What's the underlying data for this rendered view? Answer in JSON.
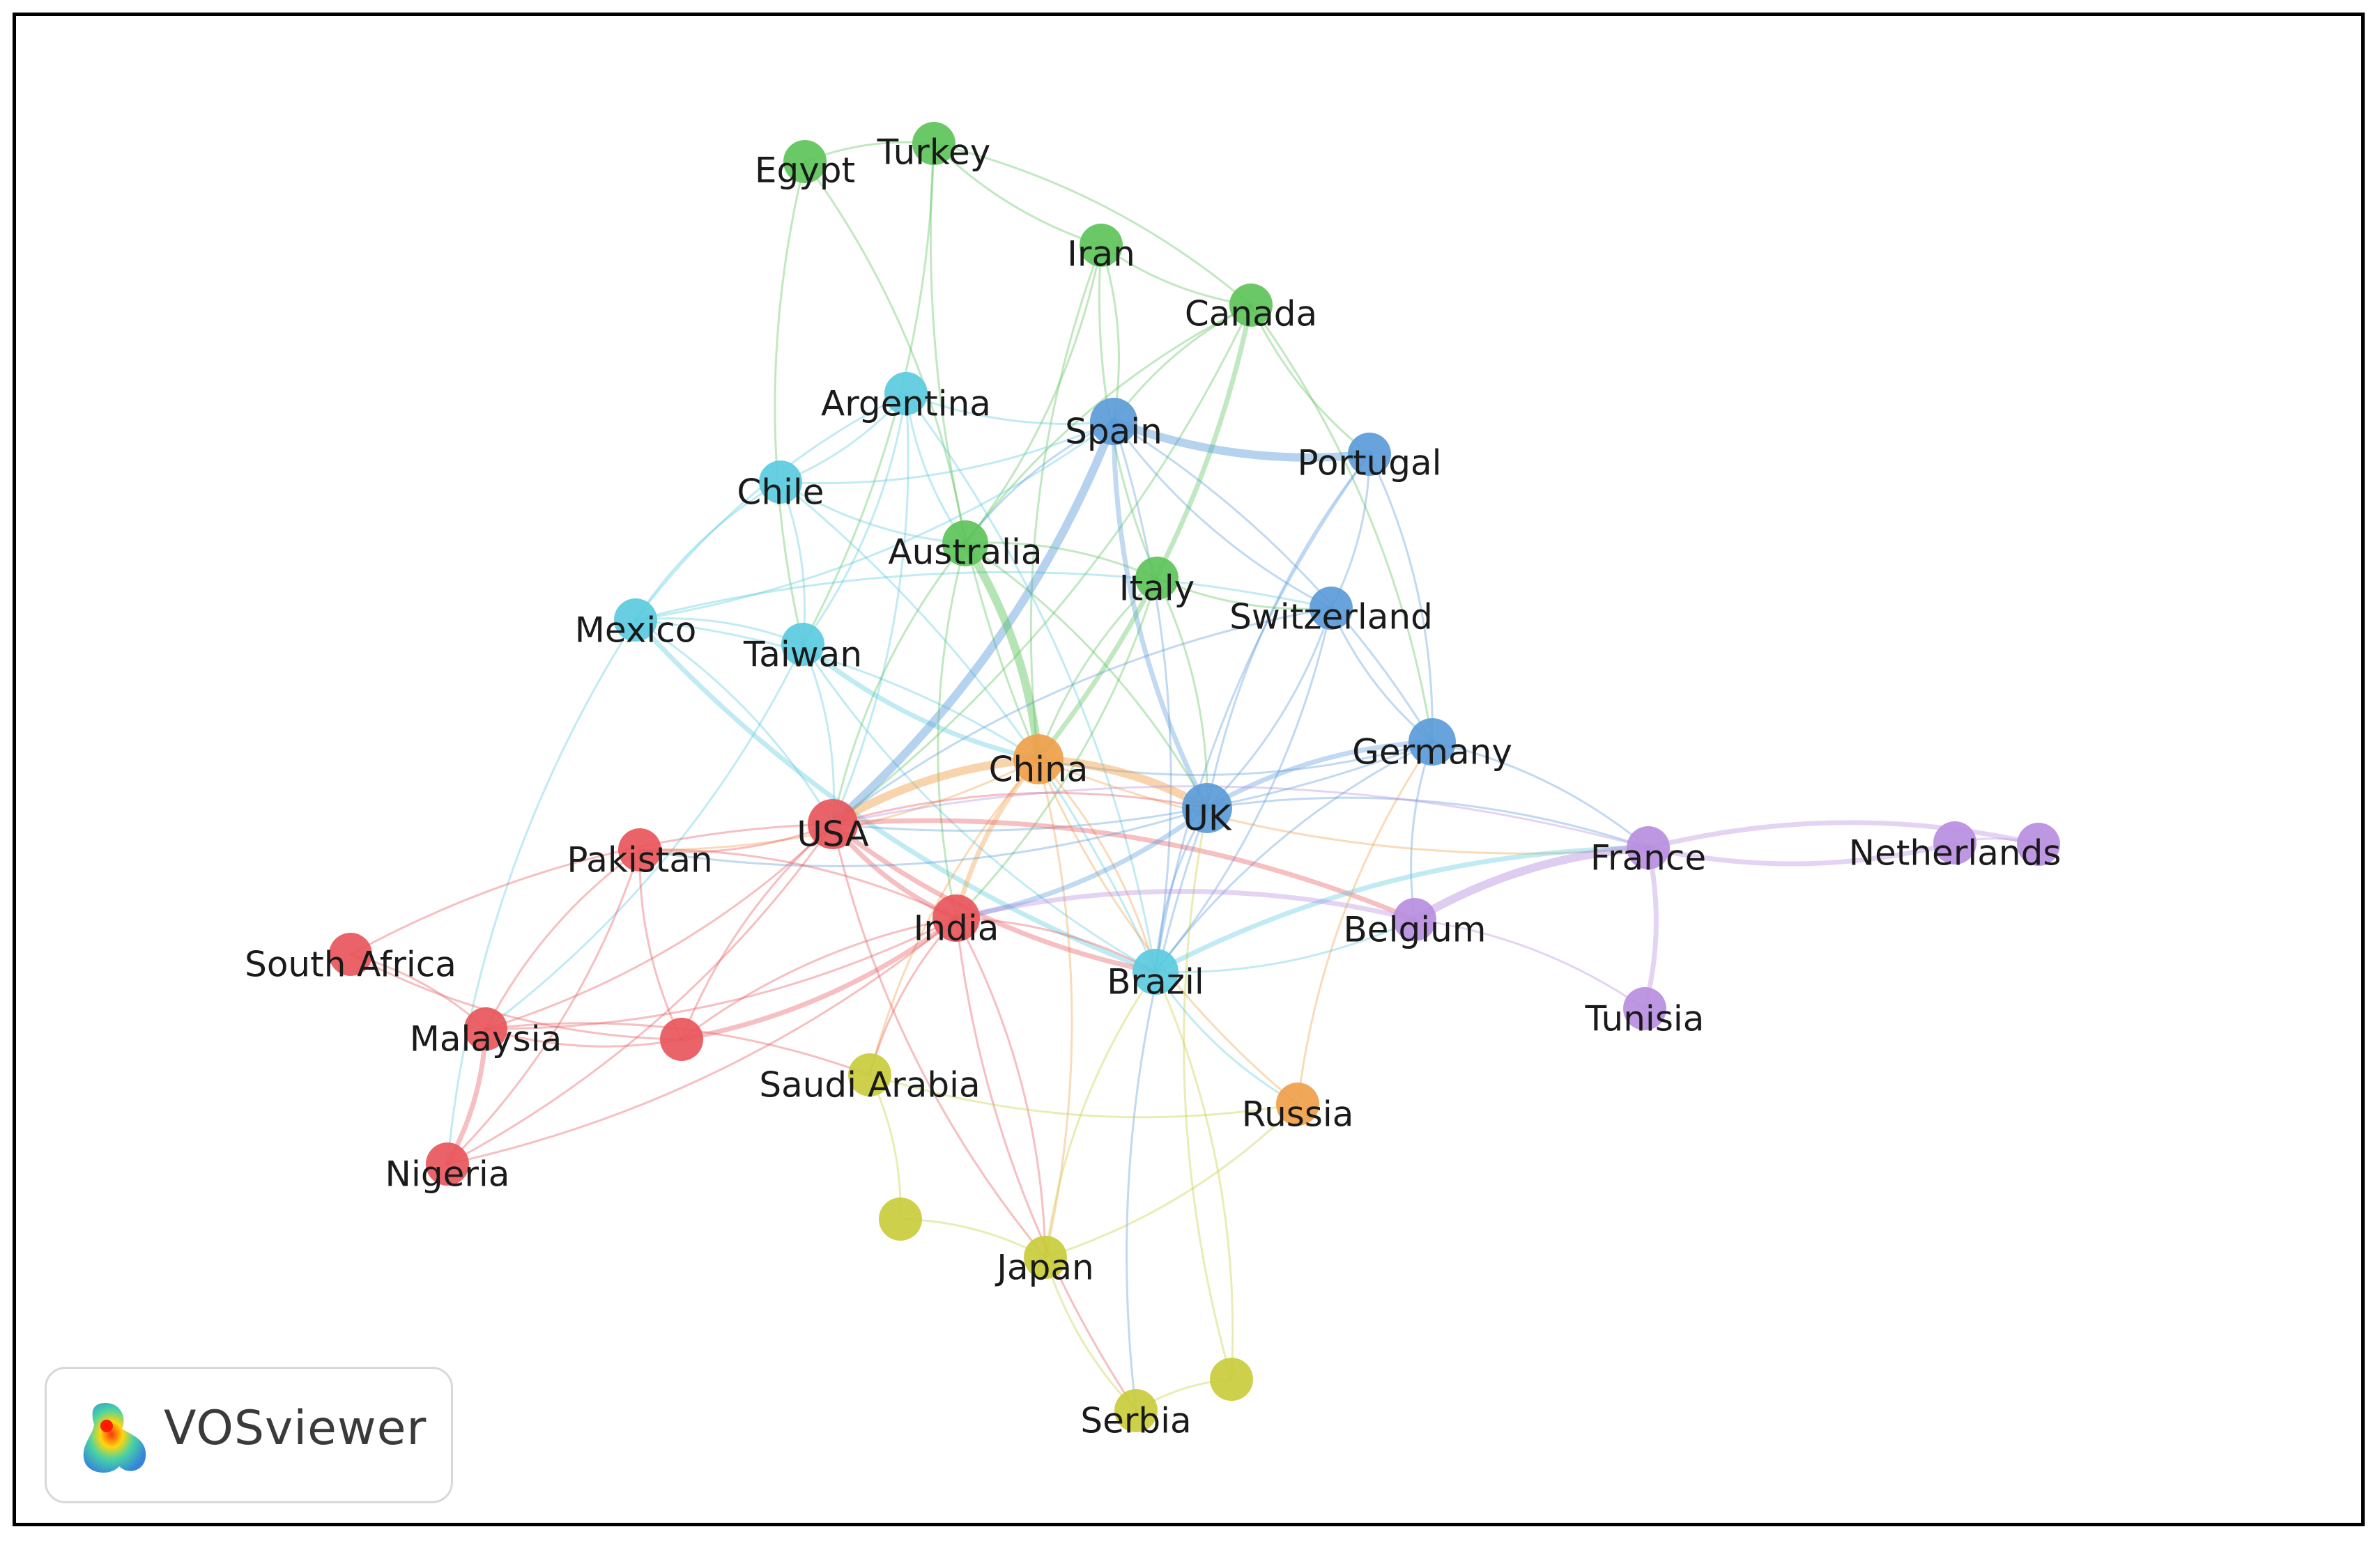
{
  "app": {
    "name": "VOSviewer"
  },
  "clusters": {
    "red": "#e8565b",
    "green": "#5dc35a",
    "blue": "#5b9bd9",
    "cyan": "#5bcbe0",
    "yellow": "#c9cc3c",
    "orange": "#f0a04a",
    "purple": "#b98ee0"
  },
  "nodes": [
    {
      "id": "egypt",
      "label": "Egypt",
      "cluster": "green"
    },
    {
      "id": "turkey",
      "label": "Turkey",
      "cluster": "green"
    },
    {
      "id": "iran",
      "label": "Iran",
      "cluster": "green"
    },
    {
      "id": "canada",
      "label": "Canada",
      "cluster": "green"
    },
    {
      "id": "australia",
      "label": "Australia",
      "cluster": "green"
    },
    {
      "id": "italy",
      "label": "Italy",
      "cluster": "green"
    },
    {
      "id": "argentina",
      "label": "Argentina",
      "cluster": "cyan"
    },
    {
      "id": "chile",
      "label": "Chile",
      "cluster": "cyan"
    },
    {
      "id": "mexico",
      "label": "Mexico",
      "cluster": "cyan"
    },
    {
      "id": "taiwan",
      "label": "Taiwan",
      "cluster": "cyan"
    },
    {
      "id": "brazil",
      "label": "Brazil",
      "cluster": "cyan"
    },
    {
      "id": "spain",
      "label": "Spain",
      "cluster": "blue"
    },
    {
      "id": "portugal",
      "label": "Portugal",
      "cluster": "blue"
    },
    {
      "id": "switzerland",
      "label": "Switzerland",
      "cluster": "blue"
    },
    {
      "id": "germany",
      "label": "Germany",
      "cluster": "blue"
    },
    {
      "id": "uk",
      "label": "UK",
      "cluster": "blue"
    },
    {
      "id": "china",
      "label": "China",
      "cluster": "orange"
    },
    {
      "id": "russia",
      "label": "Russia",
      "cluster": "orange"
    },
    {
      "id": "usa",
      "label": "USA",
      "cluster": "red"
    },
    {
      "id": "pakistan",
      "label": "Pakistan",
      "cluster": "red"
    },
    {
      "id": "india",
      "label": "India",
      "cluster": "red"
    },
    {
      "id": "southafrica",
      "label": "South Africa",
      "cluster": "red"
    },
    {
      "id": "malaysia",
      "label": "Malaysia",
      "cluster": "red"
    },
    {
      "id": "nigeria",
      "label": "Nigeria",
      "cluster": "red"
    },
    {
      "id": "red_unlabeled",
      "label": "",
      "cluster": "red"
    },
    {
      "id": "saudiarabia",
      "label": "Saudi Arabia",
      "cluster": "yellow"
    },
    {
      "id": "japan",
      "label": "Japan",
      "cluster": "yellow"
    },
    {
      "id": "serbia",
      "label": "Serbia",
      "cluster": "yellow"
    },
    {
      "id": "yellow_unlabeled_1",
      "label": "",
      "cluster": "yellow"
    },
    {
      "id": "yellow_unlabeled_2",
      "label": "",
      "cluster": "yellow"
    },
    {
      "id": "france",
      "label": "France",
      "cluster": "purple"
    },
    {
      "id": "belgium",
      "label": "Belgium",
      "cluster": "purple"
    },
    {
      "id": "tunisia",
      "label": "Tunisia",
      "cluster": "purple"
    },
    {
      "id": "netherlands",
      "label": "Netherlands",
      "cluster": "purple"
    },
    {
      "id": "purple_unlabeled",
      "label": "",
      "cluster": "purple"
    }
  ],
  "links": [
    [
      "egypt",
      "turkey",
      1
    ],
    [
      "egypt",
      "taiwan",
      1
    ],
    [
      "egypt",
      "australia",
      1
    ],
    [
      "turkey",
      "iran",
      1
    ],
    [
      "turkey",
      "taiwan",
      1
    ],
    [
      "turkey",
      "china",
      1
    ],
    [
      "turkey",
      "canada",
      1
    ],
    [
      "iran",
      "canada",
      1
    ],
    [
      "iran",
      "australia",
      1
    ],
    [
      "iran",
      "china",
      1
    ],
    [
      "iran",
      "spain",
      1
    ],
    [
      "iran",
      "italy",
      1
    ],
    [
      "canada",
      "china",
      2
    ],
    [
      "canada",
      "australia",
      1
    ],
    [
      "canada",
      "usa",
      1
    ],
    [
      "canada",
      "portugal",
      1
    ],
    [
      "canada",
      "germany",
      1
    ],
    [
      "canada",
      "spain",
      1
    ],
    [
      "argentina",
      "chile",
      1
    ],
    [
      "argentina",
      "mexico",
      1
    ],
    [
      "argentina",
      "taiwan",
      1
    ],
    [
      "argentina",
      "spain",
      1
    ],
    [
      "argentina",
      "usa",
      1
    ],
    [
      "argentina",
      "australia",
      1
    ],
    [
      "argentina",
      "brazil",
      1
    ],
    [
      "chile",
      "mexico",
      1
    ],
    [
      "chile",
      "taiwan",
      1
    ],
    [
      "chile",
      "spain",
      1
    ],
    [
      "chile",
      "brazil",
      1
    ],
    [
      "chile",
      "australia",
      1
    ],
    [
      "mexico",
      "taiwan",
      1
    ],
    [
      "mexico",
      "spain",
      1
    ],
    [
      "mexico",
      "usa",
      1
    ],
    [
      "mexico",
      "brazil",
      2
    ],
    [
      "mexico",
      "china",
      1
    ],
    [
      "mexico",
      "nigeria",
      1
    ],
    [
      "mexico",
      "switzerland",
      1
    ],
    [
      "taiwan",
      "china",
      2
    ],
    [
      "taiwan",
      "usa",
      1
    ],
    [
      "taiwan",
      "brazil",
      1
    ],
    [
      "taiwan",
      "malaysia",
      1
    ],
    [
      "spain",
      "portugal",
      3
    ],
    [
      "spain",
      "usa",
      3
    ],
    [
      "spain",
      "uk",
      2
    ],
    [
      "spain",
      "germany",
      1
    ],
    [
      "spain",
      "switzerland",
      1
    ],
    [
      "spain",
      "brazil",
      1
    ],
    [
      "spain",
      "australia",
      1
    ],
    [
      "portugal",
      "germany",
      1
    ],
    [
      "portugal",
      "uk",
      1
    ],
    [
      "portugal",
      "switzerland",
      1
    ],
    [
      "portugal",
      "brazil",
      1
    ],
    [
      "australia",
      "china",
      3
    ],
    [
      "australia",
      "usa",
      1
    ],
    [
      "australia",
      "italy",
      1
    ],
    [
      "australia",
      "india",
      1
    ],
    [
      "australia",
      "uk",
      1
    ],
    [
      "italy",
      "china",
      1
    ],
    [
      "italy",
      "uk",
      1
    ],
    [
      "italy",
      "switzerland",
      1
    ],
    [
      "italy",
      "india",
      1
    ],
    [
      "switzerland",
      "germany",
      1
    ],
    [
      "switzerland",
      "uk",
      1
    ],
    [
      "switzerland",
      "usa",
      1
    ],
    [
      "switzerland",
      "brazil",
      1
    ],
    [
      "germany",
      "uk",
      2
    ],
    [
      "germany",
      "france",
      1
    ],
    [
      "germany",
      "belgium",
      1
    ],
    [
      "germany",
      "usa",
      1
    ],
    [
      "germany",
      "brazil",
      1
    ],
    [
      "germany",
      "china",
      1
    ],
    [
      "china",
      "usa",
      3
    ],
    [
      "china",
      "uk",
      3
    ],
    [
      "china",
      "india",
      2
    ],
    [
      "china",
      "pakistan",
      1
    ],
    [
      "china",
      "russia",
      1
    ],
    [
      "china",
      "brazil",
      1
    ],
    [
      "china",
      "saudiarabia",
      1
    ],
    [
      "china",
      "japan",
      1
    ],
    [
      "china",
      "france",
      1
    ],
    [
      "usa",
      "uk",
      1
    ],
    [
      "usa",
      "india",
      2
    ],
    [
      "usa",
      "pakistan",
      1
    ],
    [
      "usa",
      "brazil",
      2
    ],
    [
      "usa",
      "malaysia",
      1
    ],
    [
      "usa",
      "southafrica",
      1
    ],
    [
      "usa",
      "nigeria",
      1
    ],
    [
      "usa",
      "red_unlabeled",
      1
    ],
    [
      "usa",
      "belgium",
      2
    ],
    [
      "usa",
      "japan",
      1
    ],
    [
      "uk",
      "india",
      2
    ],
    [
      "uk",
      "brazil",
      1
    ],
    [
      "uk",
      "france",
      1
    ],
    [
      "uk",
      "serbia",
      1
    ],
    [
      "uk",
      "pakistan",
      1
    ],
    [
      "india",
      "pakistan",
      1
    ],
    [
      "india",
      "malaysia",
      1
    ],
    [
      "india",
      "red_unlabeled",
      1
    ],
    [
      "india",
      "nigeria",
      1
    ],
    [
      "india",
      "saudiarabia",
      1
    ],
    [
      "india",
      "japan",
      1
    ],
    [
      "india",
      "serbia",
      1
    ],
    [
      "india",
      "brazil",
      1
    ],
    [
      "pakistan",
      "malaysia",
      1
    ],
    [
      "pakistan",
      "nigeria",
      1
    ],
    [
      "pakistan",
      "red_unlabeled",
      1
    ],
    [
      "southafrica",
      "malaysia",
      1
    ],
    [
      "southafrica",
      "red_unlabeled",
      1
    ],
    [
      "malaysia",
      "nigeria",
      2
    ],
    [
      "malaysia",
      "red_unlabeled",
      1
    ],
    [
      "malaysia",
      "saudiarabia",
      1
    ],
    [
      "red_unlabeled",
      "india",
      2
    ],
    [
      "saudiarabia",
      "yellow_unlabeled_1",
      1
    ],
    [
      "saudiarabia",
      "russia",
      1
    ],
    [
      "yellow_unlabeled_1",
      "japan",
      1
    ],
    [
      "japan",
      "serbia",
      1
    ],
    [
      "japan",
      "brazil",
      1
    ],
    [
      "japan",
      "russia",
      1
    ],
    [
      "serbia",
      "yellow_unlabeled_2",
      1
    ],
    [
      "yellow_unlabeled_2",
      "brazil",
      1
    ],
    [
      "yellow_unlabeled_2",
      "uk",
      1
    ],
    [
      "brazil",
      "belgium",
      1
    ],
    [
      "brazil",
      "france",
      2
    ],
    [
      "brazil",
      "russia",
      1
    ],
    [
      "russia",
      "germany",
      1
    ],
    [
      "france",
      "belgium",
      3
    ],
    [
      "france",
      "tunisia",
      2
    ],
    [
      "france",
      "netherlands",
      2
    ],
    [
      "france",
      "purple_unlabeled",
      2
    ],
    [
      "france",
      "usa",
      1
    ],
    [
      "belgium",
      "tunisia",
      1
    ],
    [
      "belgium",
      "india",
      2
    ],
    [
      "netherlands",
      "purple_unlabeled",
      1
    ]
  ]
}
